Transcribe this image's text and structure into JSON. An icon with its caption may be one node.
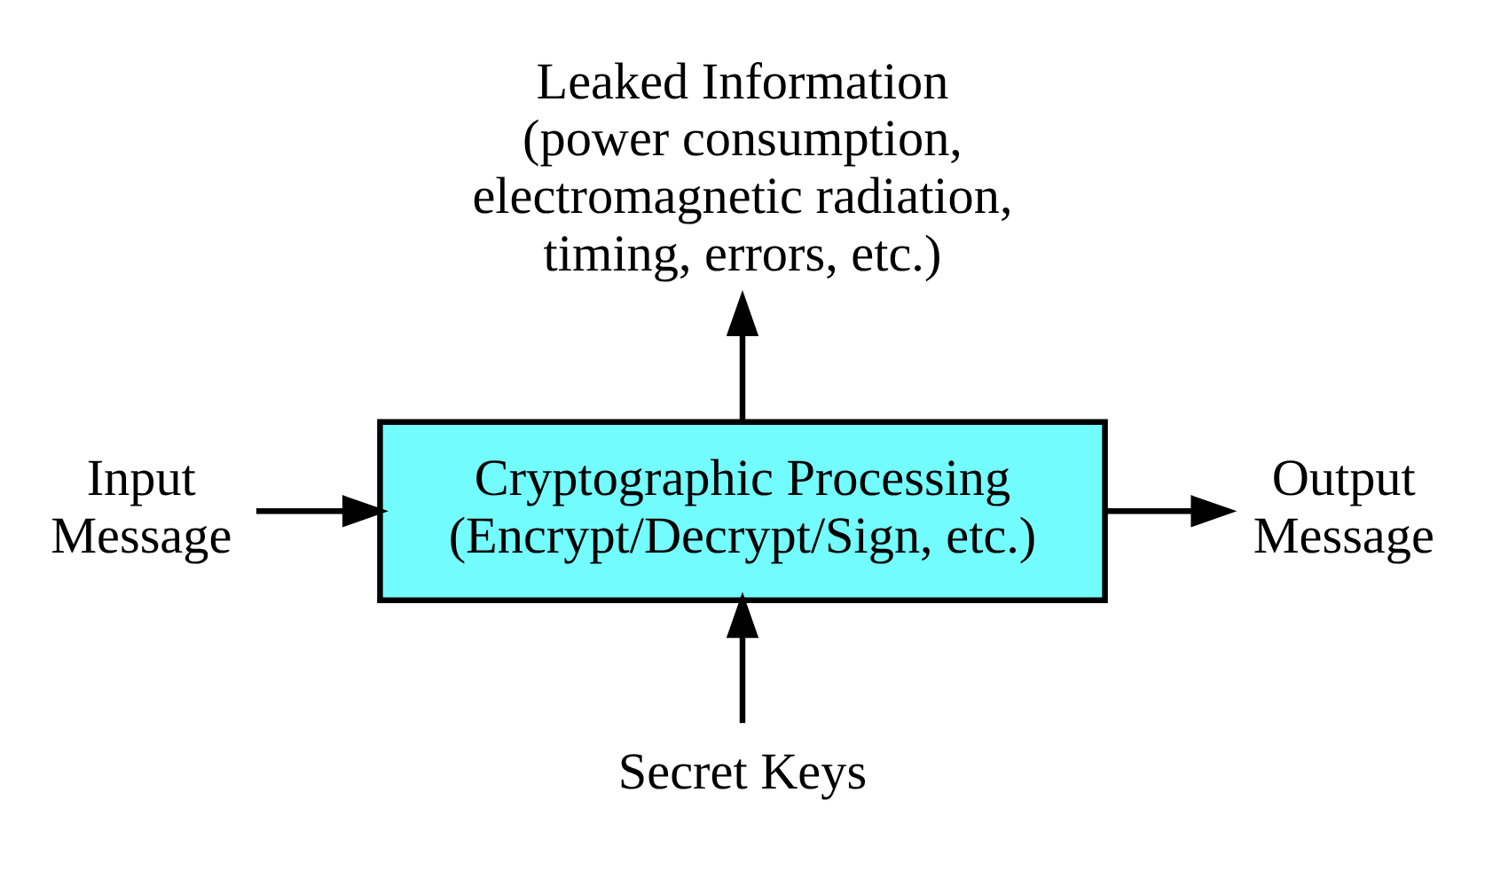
{
  "diagram": {
    "nodes": [
      {
        "text": [
          "Input Message"
        ]
      },
      {
        "text": [
          "Cryptographic Processing",
          "(Encrypt/Decrypt/Sign, etc.)"
        ]
      },
      {
        "text": [
          "Output Message"
        ]
      },
      {
        "text": [
          "Leaked Information",
          "(power consumption, electromagnetic radiation, timing, errors, etc.)"
        ]
      },
      {
        "text": [
          "Secret Keys"
        ]
      }
    ],
    "edges": [
      {
        "from": 0,
        "to": 1,
        "arrow": "to"
      },
      {
        "from": 1,
        "to": 2,
        "arrow": "to"
      },
      {
        "from": 1,
        "to": 3,
        "arrow": "to"
      },
      {
        "from": 4,
        "to": 1,
        "arrow": "to"
      }
    ]
  }
}
